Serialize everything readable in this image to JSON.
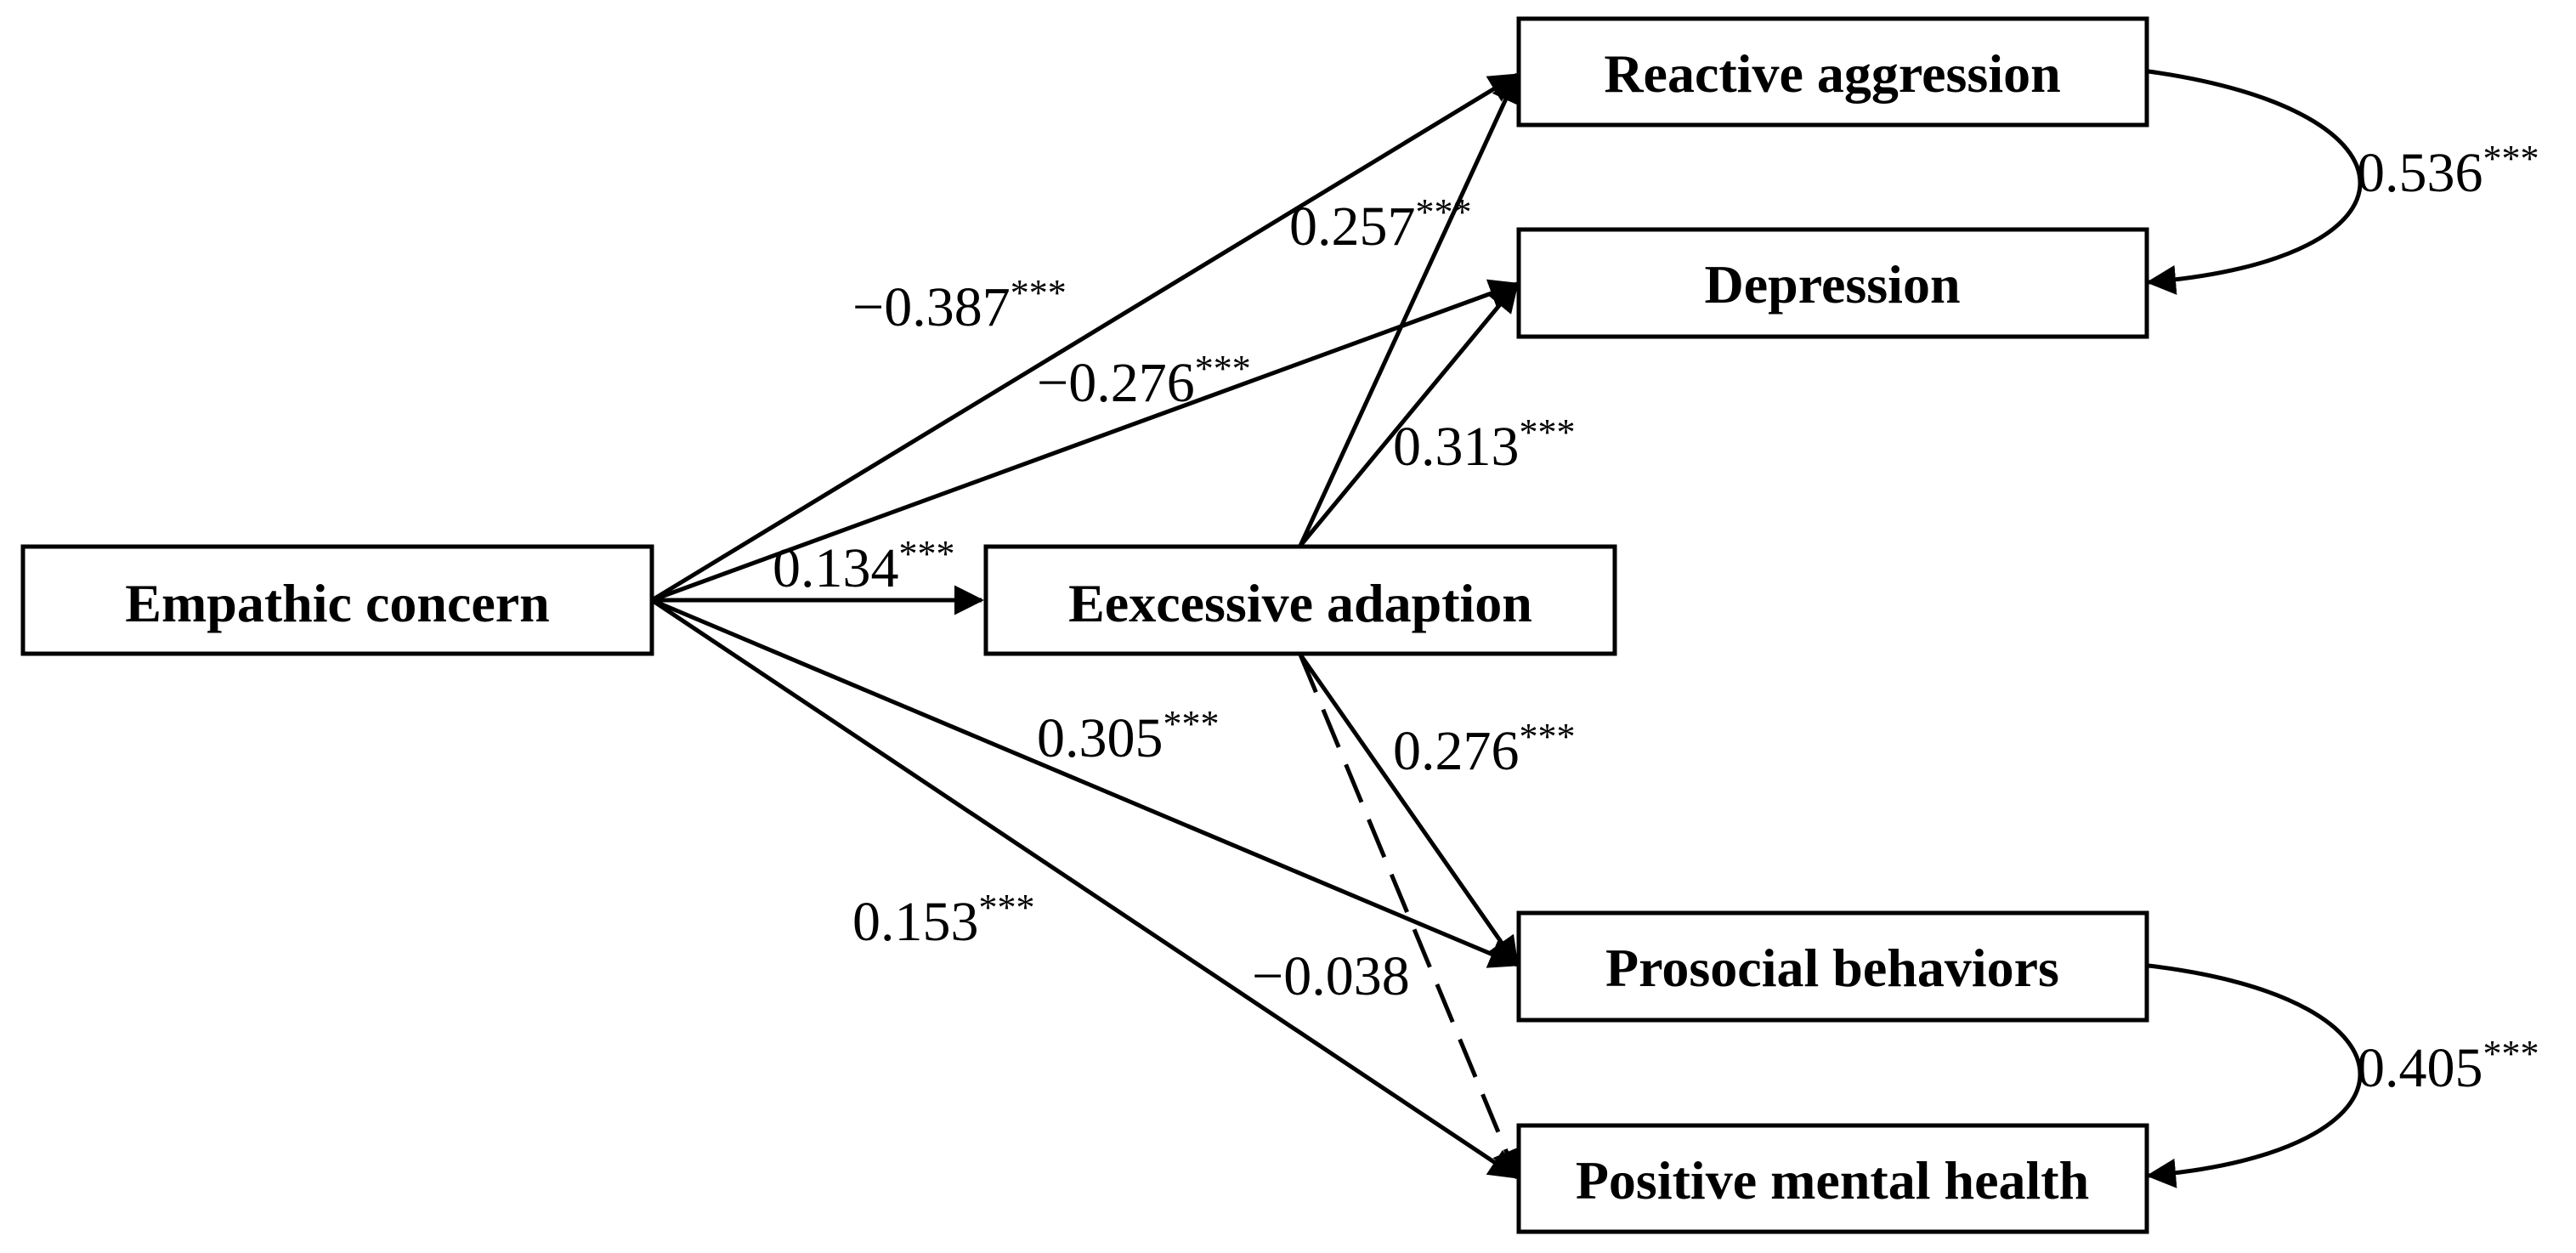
{
  "nodes": {
    "empathic_concern": "Empathic concern",
    "excessive_adaption": "Eexcessive adaption",
    "reactive_aggression": "Reactive aggression",
    "depression": "Depression",
    "prosocial_behaviors": "Prosocial behaviors",
    "positive_mental_health": "Positive mental health"
  },
  "paths": {
    "ec_to_ra": {
      "value": "−0.387",
      "sig": "***",
      "from": "Empathic concern",
      "to": "Reactive aggression"
    },
    "ec_to_dep": {
      "value": "−0.276",
      "sig": "***",
      "from": "Empathic concern",
      "to": "Depression"
    },
    "ec_to_ea": {
      "value": "0.134",
      "sig": "***",
      "from": "Empathic concern",
      "to": "Eexcessive adaption"
    },
    "ec_to_pb": {
      "value": "0.305",
      "sig": "***",
      "from": "Empathic concern",
      "to": "Prosocial behaviors"
    },
    "ec_to_pmh": {
      "value": "0.153",
      "sig": "***",
      "from": "Empathic concern",
      "to": "Positive mental health"
    },
    "ea_to_ra": {
      "value": "0.257",
      "sig": "***",
      "from": "Eexcessive adaption",
      "to": "Reactive aggression"
    },
    "ea_to_dep": {
      "value": "0.313",
      "sig": "***",
      "from": "Eexcessive adaption",
      "to": "Depression"
    },
    "ea_to_pb": {
      "value": "0.276",
      "sig": "***",
      "from": "Eexcessive adaption",
      "to": "Prosocial behaviors"
    },
    "ea_to_pmh": {
      "value": "−0.038",
      "sig": "",
      "from": "Eexcessive adaption",
      "to": "Positive mental health",
      "style": "dashed"
    },
    "ra_dep_cov": {
      "value": "0.536",
      "sig": "***",
      "from": "Reactive aggression",
      "to": "Depression",
      "style": "covariance"
    },
    "pb_pmh_cov": {
      "value": "0.405",
      "sig": "***",
      "from": "Prosocial behaviors",
      "to": "Positive mental health",
      "style": "covariance"
    }
  },
  "colors": {
    "ink": "#000000",
    "background": "#ffffff"
  }
}
